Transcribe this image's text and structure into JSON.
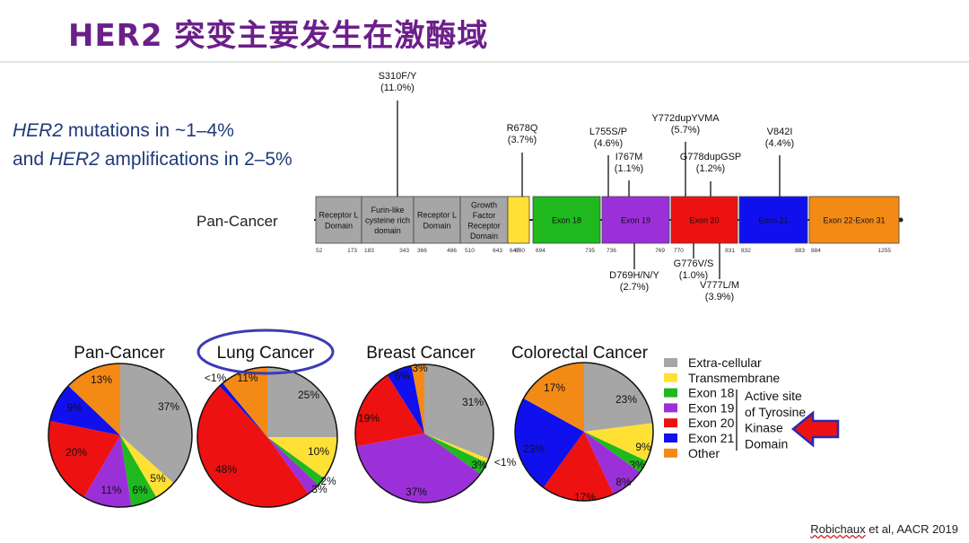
{
  "slide": {
    "title": "HER2 突变主要发生在激酶域",
    "subtitle": {
      "line1_italic": "HER2",
      "line1_rest": " mutations in ~1–4%",
      "line2_start": "and ",
      "line2_italic": "HER2",
      "line2_rest": " amplifications in 2–5%"
    },
    "citation": {
      "author": "Robichaux",
      "rest": " et al, AACR 2019"
    }
  },
  "colors": {
    "gray": "#a6a6a6",
    "yellow": "#ffe135",
    "green": "#1fb81f",
    "purple": "#9b30d9",
    "red": "#ee1111",
    "blue": "#1010ee",
    "orange": "#f48a16",
    "title": "#6b1f8a",
    "subtitle": "#1f3a7a",
    "circle": "#3b3bb5",
    "arrow_fill": "#ee1111",
    "arrow_stroke": "#2a2ab0"
  },
  "protein": {
    "row_label": "Pan-Cancer",
    "domains": [
      {
        "label_lines": [
          "Receptor L",
          "Domain"
        ],
        "start": "52",
        "end": "173",
        "color": "#a6a6a6",
        "text_color": "#111111"
      },
      {
        "label_lines": [
          "Furin-like",
          "cysteine rich",
          "domain"
        ],
        "start": "183",
        "end": "343",
        "color": "#a6a6a6",
        "text_color": "#111111"
      },
      {
        "label_lines": [
          "Receptor L",
          "Domain"
        ],
        "start": "366",
        "end": "486",
        "color": "#a6a6a6",
        "text_color": "#111111"
      },
      {
        "label_lines": [
          "Growth",
          "Factor",
          "Receptor",
          "Domain"
        ],
        "start": "510",
        "end": "643",
        "color": "#a6a6a6",
        "text_color": "#111111"
      },
      {
        "label_lines": [
          ""
        ],
        "start": "647",
        "end": "680",
        "color": "#ffe135",
        "text_color": "#111111"
      },
      {
        "label_lines": [
          "Exon 18"
        ],
        "start": "694",
        "end": "735",
        "color": "#1fb81f",
        "text_color": "#111111"
      },
      {
        "label_lines": [
          "Exon 19"
        ],
        "start": "736",
        "end": "769",
        "color": "#9b30d9",
        "text_color": "#111111"
      },
      {
        "label_lines": [
          "Exon 20"
        ],
        "start": "770",
        "end": "831",
        "color": "#ee1111",
        "text_color": "#111111"
      },
      {
        "label_lines": [
          "Exon 21"
        ],
        "start": "832",
        "end": "883",
        "color": "#1010ee",
        "text_color": "#111111"
      },
      {
        "label_lines": [
          "Exon 22-Exon 31"
        ],
        "start": "884",
        "end": "1255",
        "color": "#f48a16",
        "text_color": "#111111"
      }
    ],
    "mutations_above": [
      {
        "name": "S310F/Y",
        "pct": "(11.0%)"
      },
      {
        "name": "R678Q",
        "pct": "(3.7%)"
      },
      {
        "name": "L755S/P",
        "pct": "(4.6%)"
      },
      {
        "name": "I767M",
        "pct": "(1.1%)"
      },
      {
        "name": "Y772dupYVMA",
        "pct": "(5.7%)"
      },
      {
        "name": "G778dupGSP",
        "pct": "(1.2%)"
      },
      {
        "name": "V842I",
        "pct": "(4.4%)"
      }
    ],
    "mutations_below": [
      {
        "name": "D769H/N/Y",
        "pct": "(2.7%)"
      },
      {
        "name": "G776V/S",
        "pct": "(1.0%)"
      },
      {
        "name": "V777L/M",
        "pct": "(3.9%)"
      }
    ]
  },
  "legend": {
    "items": [
      {
        "label": "Extra-cellular",
        "color": "#a6a6a6"
      },
      {
        "label": "Transmembrane",
        "color": "#ffe135"
      },
      {
        "label": "Exon 18",
        "color": "#1fb81f"
      },
      {
        "label": "Exon 19",
        "color": "#9b30d9"
      },
      {
        "label": "Exon 20",
        "color": "#ee1111"
      },
      {
        "label": "Exon 21",
        "color": "#1010ee"
      },
      {
        "label": "Other",
        "color": "#f48a16"
      }
    ],
    "bracket_lines": [
      "Active site",
      "of Tyrosine",
      "Kinase",
      "Domain"
    ]
  },
  "chart_data": [
    {
      "type": "pie",
      "title": "Pan-Cancer",
      "slices": [
        {
          "name": "Extra-cellular",
          "value": 37,
          "label": "37%"
        },
        {
          "name": "Transmembrane",
          "value": 5,
          "label": "5%"
        },
        {
          "name": "Exon 18",
          "value": 6,
          "label": "6%"
        },
        {
          "name": "Exon 19",
          "value": 11,
          "label": "11%"
        },
        {
          "name": "Exon 20",
          "value": 20,
          "label": "20%"
        },
        {
          "name": "Exon 21",
          "value": 9,
          "label": "9%"
        },
        {
          "name": "Other",
          "value": 13,
          "label": "13%"
        }
      ]
    },
    {
      "type": "pie",
      "title": "Lung Cancer",
      "highlighted": true,
      "slices": [
        {
          "name": "Extra-cellular",
          "value": 25,
          "label": "25%"
        },
        {
          "name": "Transmembrane",
          "value": 10,
          "label": "10%"
        },
        {
          "name": "Exon 18",
          "value": 2,
          "label": "2%"
        },
        {
          "name": "Exon 19",
          "value": 3,
          "label": "3%"
        },
        {
          "name": "Exon 20",
          "value": 48,
          "label": "48%"
        },
        {
          "name": "Exon 21",
          "value": 1,
          "label": "<1%"
        },
        {
          "name": "Other",
          "value": 11,
          "label": "11%"
        }
      ]
    },
    {
      "type": "pie",
      "title": "Breast Cancer",
      "slices": [
        {
          "name": "Extra-cellular",
          "value": 31,
          "label": "31%"
        },
        {
          "name": "Transmembrane",
          "value": 1,
          "label": "<1%"
        },
        {
          "name": "Exon 18",
          "value": 3,
          "label": "3%"
        },
        {
          "name": "Exon 19",
          "value": 37,
          "label": "37%"
        },
        {
          "name": "Exon 20",
          "value": 19,
          "label": "19%"
        },
        {
          "name": "Exon 21",
          "value": 6,
          "label": "6%"
        },
        {
          "name": "Other",
          "value": 3,
          "label": "3%"
        }
      ]
    },
    {
      "type": "pie",
      "title": "Colorectal Cancer",
      "slices": [
        {
          "name": "Extra-cellular",
          "value": 23,
          "label": "23%"
        },
        {
          "name": "Transmembrane",
          "value": 9,
          "label": "9%"
        },
        {
          "name": "Exon 18",
          "value": 3,
          "label": "3%"
        },
        {
          "name": "Exon 19",
          "value": 8,
          "label": "8%"
        },
        {
          "name": "Exon 20",
          "value": 17,
          "label": "17%"
        },
        {
          "name": "Exon 21",
          "value": 23,
          "label": "23%"
        },
        {
          "name": "Other",
          "value": 17,
          "label": "17%"
        }
      ]
    }
  ]
}
